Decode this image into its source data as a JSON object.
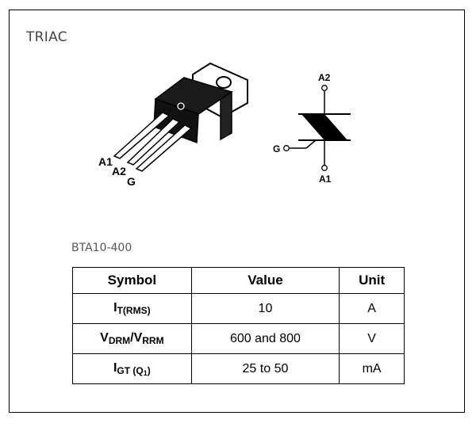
{
  "title": "TRIAC",
  "part_number": "BTA10-400",
  "package_pins": {
    "a1": "A1",
    "a2": "A2",
    "g": "G"
  },
  "symbol_pins": {
    "a2": "A2",
    "g": "G",
    "a1": "A1"
  },
  "table": {
    "headers": {
      "symbol": "Symbol",
      "value": "Value",
      "unit": "Unit"
    },
    "rows": [
      {
        "symbol_main": "I",
        "symbol_sub": "T(RMS)",
        "value": "10",
        "unit": "A"
      },
      {
        "symbol_main_1": "V",
        "symbol_sub_1": "DRM",
        "symbol_sep": "/",
        "symbol_main_2": "V",
        "symbol_sub_2": "RRM",
        "value": "600 and 800",
        "unit": "V"
      },
      {
        "symbol_main": "I",
        "symbol_sub": "GT (Q",
        "symbol_subsub": "1",
        "symbol_close": ")",
        "value": "25 to 50",
        "unit": "mA"
      }
    ]
  }
}
